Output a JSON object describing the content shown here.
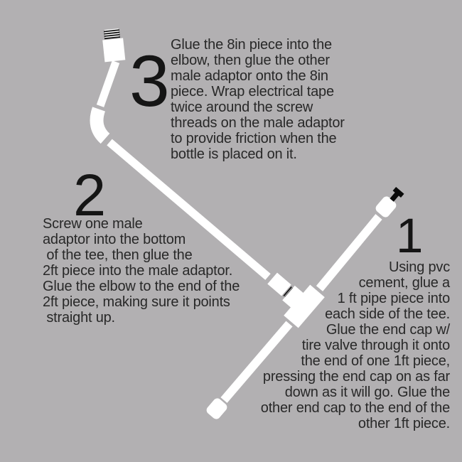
{
  "colors": {
    "background": "#b2b0b2",
    "pipe_white": "#ffffff",
    "body_text": "#282828",
    "number_text": "#151515",
    "thread_black": "#111111",
    "valve_black": "#0a0a0a"
  },
  "step3": {
    "number": "3",
    "lines": [
      "Glue the 8in piece into the",
      "elbow, then glue the other",
      "male adaptor onto the 8in",
      "piece. Wrap electrical tape",
      "twice around the screw",
      "threads on the male adaptor",
      "to provide friction when the",
      "bottle is placed on it."
    ]
  },
  "step2": {
    "number": "2",
    "lines": [
      "Screw one male",
      "adaptor into the bottom",
      " of the tee, then glue the",
      "2ft piece into the male adaptor.",
      "Glue the elbow to the end of the",
      "2ft piece, making sure it points",
      " straight up."
    ]
  },
  "step1": {
    "number": "1",
    "lines": [
      "Using pvc",
      "cement, glue a",
      "1 ft pipe piece into",
      "each side of the tee.",
      "Glue the end cap w/",
      "tire valve through it onto",
      "the end of one 1ft piece,",
      "pressing the end cap on as far",
      "down as it will go. Glue the",
      "other end cap to the end of the",
      "other 1ft piece."
    ]
  },
  "diagram": {
    "parts": [
      "male-adaptor-with-screw-threads",
      "8in-pipe",
      "elbow",
      "2ft-pipe",
      "male-adaptor-at-tee",
      "tee-fitting",
      "1ft-pipe-upper",
      "end-cap-with-tire-valve",
      "1ft-pipe-lower",
      "end-cap"
    ]
  }
}
